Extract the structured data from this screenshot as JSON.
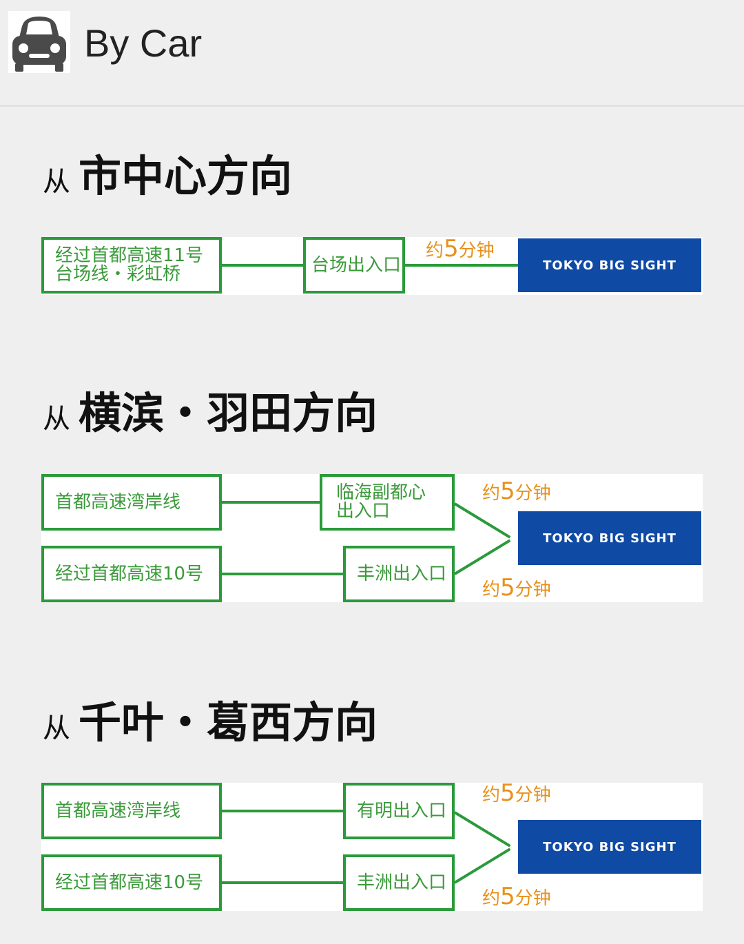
{
  "header": {
    "title": "By Car",
    "icon": "car-icon"
  },
  "colors": {
    "route_green": "#2a9a3a",
    "time_orange": "#e8901a",
    "logo_blue": "#0f4aa5"
  },
  "sections": [
    {
      "from": "从",
      "direction": "市中心方向",
      "routes": [
        {
          "highway": [
            "经过首都高速11号",
            "台场线・彩虹桥"
          ],
          "exit": "台场出入口"
        }
      ],
      "times": [
        {
          "prefix": "约",
          "number": "5",
          "unit": "分钟"
        }
      ],
      "destination": "TOKYO BIG SIGHT"
    },
    {
      "from": "从",
      "direction": "横滨・羽田方向",
      "routes": [
        {
          "highway": "首都高速湾岸线",
          "exit": [
            "临海副都心",
            "出入口"
          ]
        },
        {
          "highway": "经过首都高速10号",
          "exit": "丰洲出入口"
        }
      ],
      "times": [
        {
          "prefix": "约",
          "number": "5",
          "unit": "分钟"
        },
        {
          "prefix": "约",
          "number": "5",
          "unit": "分钟"
        }
      ],
      "destination": "TOKYO BIG SIGHT"
    },
    {
      "from": "从",
      "direction": "千叶・葛西方向",
      "routes": [
        {
          "highway": "首都高速湾岸线",
          "exit": "有明出入口"
        },
        {
          "highway": "经过首都高速10号",
          "exit": "丰洲出入口"
        }
      ],
      "times": [
        {
          "prefix": "约",
          "number": "5",
          "unit": "分钟"
        },
        {
          "prefix": "约",
          "number": "5",
          "unit": "分钟"
        }
      ],
      "destination": "TOKYO BIG SIGHT"
    }
  ]
}
